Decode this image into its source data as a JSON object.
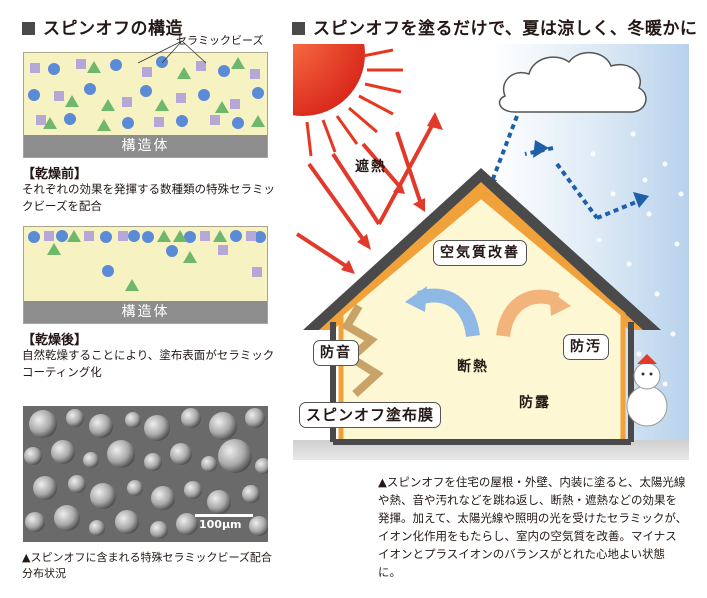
{
  "left": {
    "title": "スピンオフの構造",
    "bead_label": "セラミックビーズ",
    "panel1_base": "構造体",
    "before_head": "【乾燥前】",
    "before_text": "それぞれの効果を発揮する数種類の特殊セラミックビーズを配合",
    "panel2_base": "構造体",
    "after_head": "【乾燥後】",
    "after_text": "自然乾燥することにより、塗布表面がセラミックコーティング化",
    "scale_label": "100μm",
    "photo_caption": "▲スピンオフに含まれる特殊セラミックビーズ配合分布状況"
  },
  "right": {
    "title": "スピンオフを塗るだけで、夏は涼しく、冬暖かに",
    "labels": {
      "shanetsu": "遮熱",
      "kuuki": "空気質改善",
      "boon": "防音",
      "danetsu": "断熱",
      "boosen": "防汚",
      "booro": "防露",
      "coating": "スピンオフ塗布膜"
    },
    "caption": "▲スピンオフを住宅の屋根・外壁、内装に塗ると、太陽光線や熱、音や汚れなどを跳ね返し、断熱・遮熱などの効果を発揮。加えて、太陽光線や照明の光を受けたセラミックが、イオン化作用をもたらし、室内の空気質を改善。マイナスイオンとプラスイオンのバランスがとれた心地よい状態に。"
  },
  "colors": {
    "sun": "#e8371f",
    "roof_orange": "#f0a13a",
    "blue_arrow": "#1f5fa8",
    "red_arrow": "#e23a2a"
  }
}
